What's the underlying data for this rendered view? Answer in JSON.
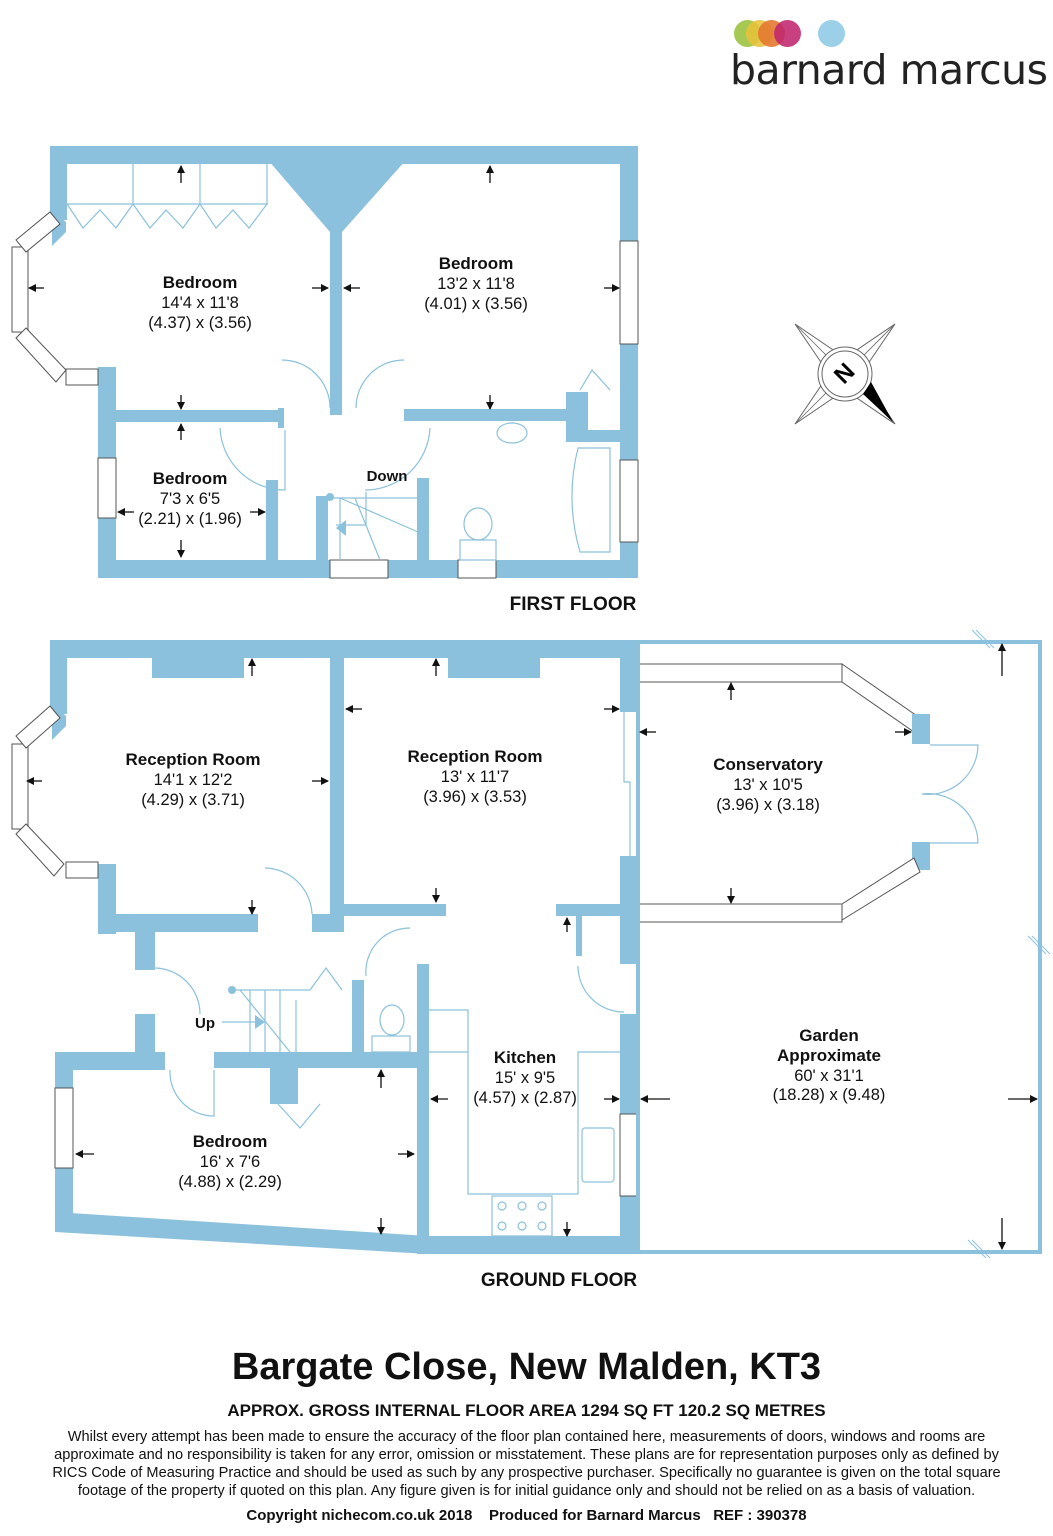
{
  "brand": {
    "name": "barnard marcus",
    "dot_colors": [
      "#9ac23c",
      "#e8c23a",
      "#e4762d",
      "#c0256e",
      "#8ec9e6"
    ]
  },
  "colors": {
    "wall": "#8bc1dc",
    "text": "#111111"
  },
  "compass": {
    "label": "N"
  },
  "first_floor": {
    "label": "FIRST FLOOR",
    "stairs_label": "Down",
    "rooms": [
      {
        "name": "Bedroom",
        "imperial": "14'4 x 11'8",
        "metric": "(4.37) x (3.56)"
      },
      {
        "name": "Bedroom",
        "imperial": "13'2 x 11'8",
        "metric": "(4.01) x (3.56)"
      },
      {
        "name": "Bedroom",
        "imperial": "7'3 x 6'5",
        "metric": "(2.21) x (1.96)"
      }
    ]
  },
  "ground_floor": {
    "label": "GROUND FLOOR",
    "stairs_label": "Up",
    "rooms": [
      {
        "name": "Reception Room",
        "imperial": "14'1 x 12'2",
        "metric": "(4.29) x (3.71)"
      },
      {
        "name": "Reception Room",
        "imperial": "13' x 11'7",
        "metric": "(3.96) x (3.53)"
      },
      {
        "name": "Conservatory",
        "imperial": "13' x 10'5",
        "metric": "(3.96) x (3.18)"
      },
      {
        "name": "Kitchen",
        "imperial": "15' x 9'5",
        "metric": "(4.57) x (2.87)"
      },
      {
        "name": "Bedroom",
        "imperial": "16' x 7'6",
        "metric": "(4.88) x (2.29)"
      },
      {
        "name": "Garden",
        "name2": "Approximate",
        "imperial": "60' x 31'1",
        "metric": "(18.28) x (9.48)"
      }
    ]
  },
  "footer": {
    "title": "Bargate Close, New Malden, KT3",
    "area": "APPROX. GROSS INTERNAL FLOOR AREA 1294 SQ FT 120.2 SQ METRES",
    "disclaimer_lines": [
      "Whilst every attempt has been made to ensure the accuracy of the floor plan contained here, measurements of doors, windows and rooms are",
      "approximate and no responsibility is taken for any error, omission or misstatement. These plans are for representation purposes only as defined by",
      "RICS Code of Measuring Practice and should be used as such by any prospective purchaser.  Specifically no guarantee is given on the total square",
      "footage of the property if quoted on this plan. Any figure given is for initial guidance only and should not be relied on as a basis of valuation."
    ],
    "copyright": "Copyright nichecom.co.uk 2018",
    "produced_for": "Produced for Barnard Marcus",
    "ref": "REF : 390378"
  }
}
